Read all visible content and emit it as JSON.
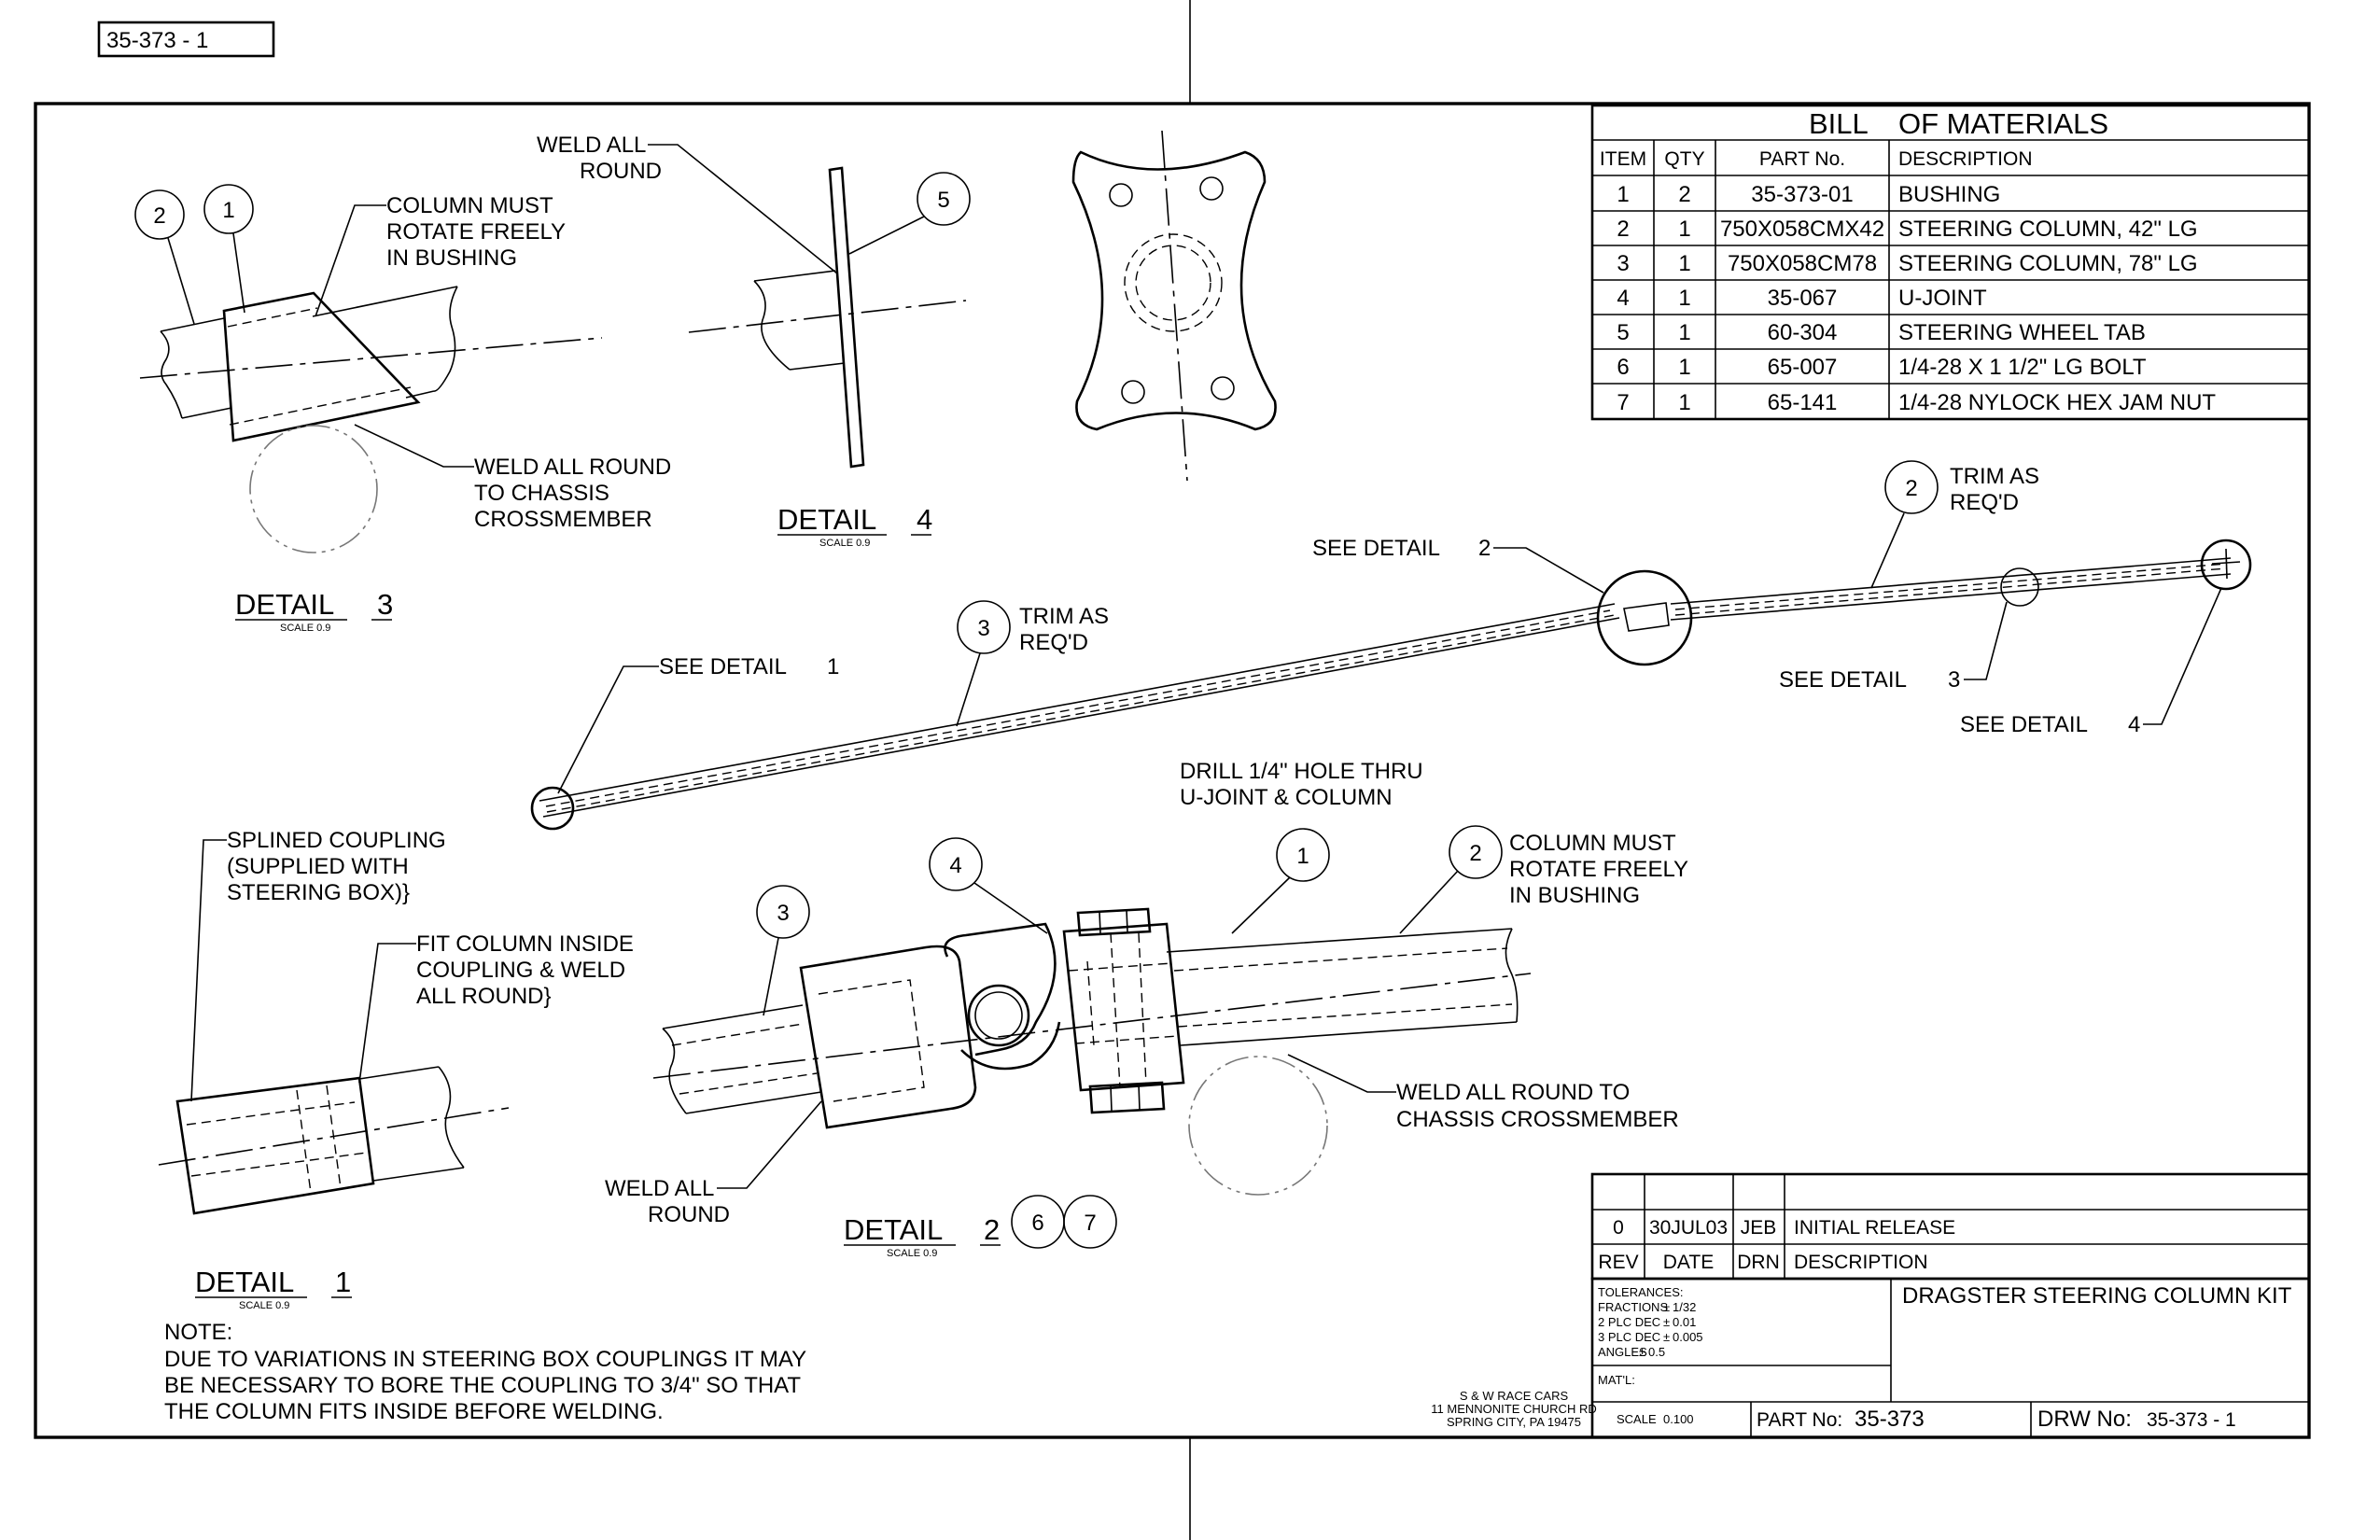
{
  "drawing_id_box": "35-373  - 1",
  "bom": {
    "title_a": "BILL",
    "title_b": "OF MATERIALS",
    "headers": [
      "ITEM",
      "QTY",
      "PART No.",
      "DESCRIPTION"
    ],
    "rows": [
      {
        "item": "1",
        "qty": "2",
        "part": "35-373-01",
        "desc": "BUSHING"
      },
      {
        "item": "2",
        "qty": "1",
        "part": "750X058CMX42",
        "desc": "STEERING COLUMN, 42\" LG"
      },
      {
        "item": "3",
        "qty": "1",
        "part": "750X058CM78",
        "desc": "STEERING COLUMN, 78\" LG"
      },
      {
        "item": "4",
        "qty": "1",
        "part": "35-067",
        "desc": "U-JOINT"
      },
      {
        "item": "5",
        "qty": "1",
        "part": "60-304",
        "desc": "STEERING WHEEL TAB"
      },
      {
        "item": "6",
        "qty": "1",
        "part": "65-007",
        "desc": "1/4-28 X 1 1/2\" LG BOLT"
      },
      {
        "item": "7",
        "qty": "1",
        "part": "65-141",
        "desc": "1/4-28 NYLOCK HEX JAM NUT"
      }
    ]
  },
  "detail3": {
    "balloons": [
      "2",
      "1"
    ],
    "note_rotate": [
      "COLUMN MUST",
      "ROTATE FREELY",
      "IN BUSHING"
    ],
    "note_weld": [
      "WELD ALL ROUND",
      "TO CHASSIS",
      "CROSSMEMBER"
    ],
    "label": "DETAIL",
    "number": "3",
    "scale": "SCALE   0.9"
  },
  "detail4": {
    "note_weld": [
      "WELD ALL",
      "ROUND"
    ],
    "balloon": "5",
    "label": "DETAIL",
    "number": "4",
    "scale": "SCALE   0.9"
  },
  "main": {
    "see_detail_1_text": "SEE DETAIL",
    "see_detail_1_num": "1",
    "see_detail_2_text": "SEE DETAIL",
    "see_detail_2_num": "2",
    "see_detail_3_text": "SEE DETAIL",
    "see_detail_3_num": "3",
    "see_detail_4_text": "SEE DETAIL",
    "see_detail_4_num": "4",
    "balloon_left": "3",
    "trim_left": [
      "TRIM AS",
      "REQ'D"
    ],
    "balloon_right": "2",
    "trim_right": [
      "TRIM AS",
      "REQ'D"
    ]
  },
  "detail2": {
    "drill_note": [
      "DRILL 1/4\" HOLE THRU",
      "U-JOINT   & COLUMN"
    ],
    "balloons": [
      "4",
      "1",
      "2",
      "3"
    ],
    "note_rotate": [
      "COLUMN MUST",
      "ROTATE FREELY",
      "IN BUSHING"
    ],
    "note_weld_chassis": [
      "WELD ALL ROUND TO",
      "CHASSIS CROSSMEMBER"
    ],
    "note_weld": [
      "WELD ALL",
      "ROUND"
    ],
    "label": "DETAIL",
    "number": "2",
    "scale": "SCALE   0.9",
    "extra_balloons": [
      "6",
      "7"
    ]
  },
  "detail1": {
    "note_coupling": [
      "SPLINED COUPLING",
      "(SUPPLIED WITH",
      "STEERING BOX)}"
    ],
    "note_fit": [
      "FIT COLUMN INSIDE",
      "COUPLING & WELD",
      "ALL ROUND}"
    ],
    "label": "DETAIL",
    "number": "1",
    "scale": "SCALE   0.9"
  },
  "note": {
    "heading": "NOTE:",
    "lines": [
      "DUE TO VARIATIONS IN STEERING BOX COUPLINGS IT MAY",
      "BE NECESSARY TO BORE THE COUPLING TO 3/4\" SO THAT",
      "THE COLUMN FITS INSIDE BEFORE WELDING."
    ]
  },
  "company": [
    "S  & W RACE CARS",
    "11 MENNONITE CHURCH RD",
    "SPRING CITY, PA 19475"
  ],
  "revision": {
    "rev": "0",
    "date": "30JUL03",
    "drn": "JEB",
    "description": "INITIAL RELEASE",
    "headers": [
      "REV",
      "DATE",
      "DRN",
      "DESCRIPTION"
    ]
  },
  "title_block": {
    "tolerances_label": "TOLERANCES:",
    "tol_lines": [
      {
        "label": "FRACTIONS",
        "value": "1/32"
      },
      {
        "label": "2 PLC DEC",
        "value": "0.01"
      },
      {
        "label": "3 PLC DEC",
        "value": "0.005"
      },
      {
        "label": "ANGLES",
        "value": "0.5"
      }
    ],
    "matl_label": "MAT'L:",
    "title": "DRAGSTER STEERING COLUMN KIT",
    "scale_label": "SCALE",
    "scale_value": "0.100",
    "part_no_label": "PART No:",
    "part_no": "35-373",
    "drw_no_label": "DRW No:",
    "drw_no": "35-373  -   1"
  }
}
